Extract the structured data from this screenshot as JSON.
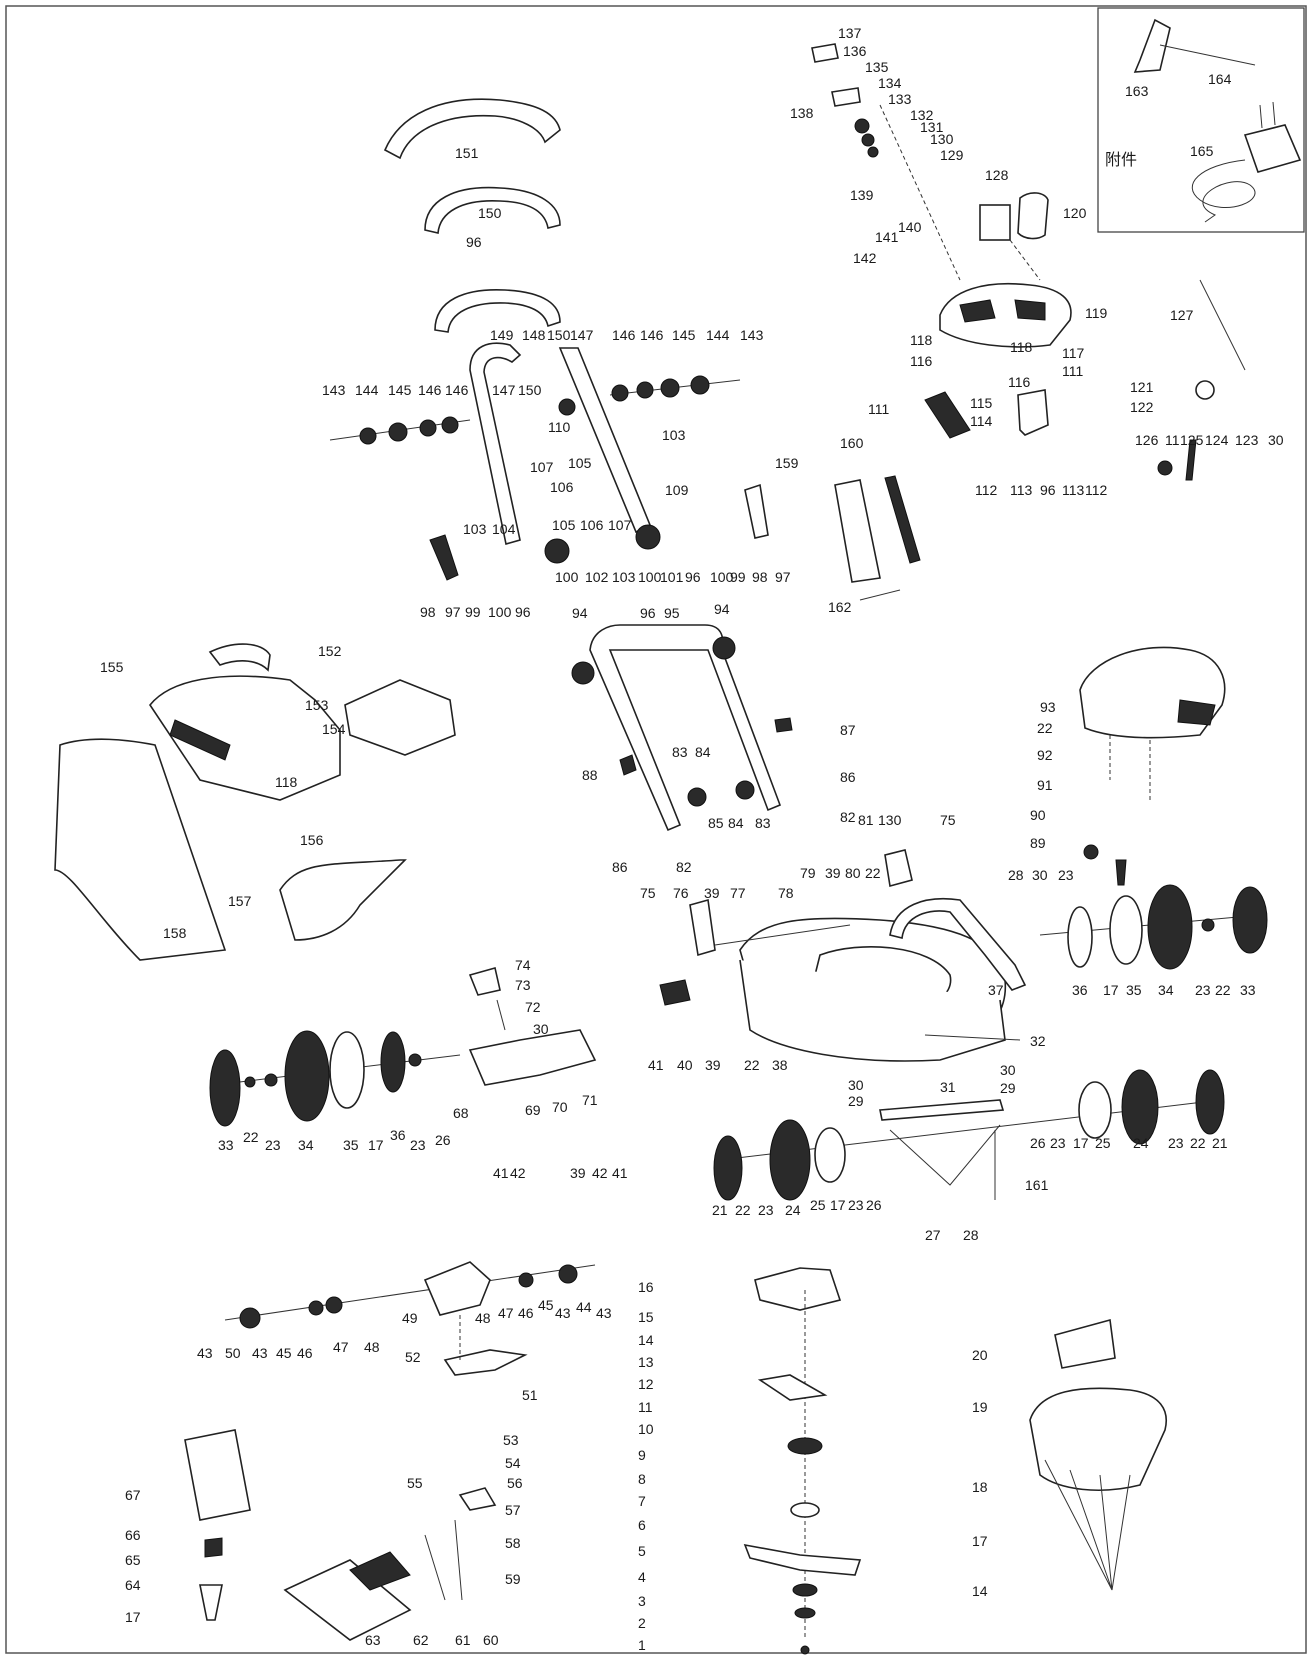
{
  "inset": {
    "accessory_label": "附件",
    "parts": [
      "163",
      "164",
      "165"
    ]
  },
  "labels": {
    "handle": [
      "151",
      "150",
      "96",
      "149",
      "148",
      "150",
      "147",
      "146",
      "146",
      "145",
      "144",
      "143",
      "143",
      "144",
      "145",
      "146",
      "146",
      "147",
      "150",
      "110",
      "103",
      "107",
      "105",
      "109",
      "106",
      "103",
      "104",
      "105",
      "106",
      "107",
      "100",
      "102",
      "103",
      "100",
      "101",
      "98",
      "97",
      "99",
      "100",
      "96",
      "96",
      "100",
      "99",
      "98",
      "97"
    ],
    "console": [
      "137",
      "136",
      "135",
      "134",
      "133",
      "132",
      "131",
      "130",
      "129",
      "138",
      "139",
      "128",
      "120",
      "140",
      "141",
      "142",
      "119",
      "118",
      "118",
      "116",
      "117",
      "111",
      "116",
      "115",
      "114",
      "111",
      "112",
      "113",
      "96",
      "113",
      "112",
      "127",
      "121",
      "122",
      "126",
      "11",
      "125",
      "124",
      "123",
      "30",
      "159",
      "160",
      "162"
    ],
    "lower_handle": [
      "94",
      "96",
      "95",
      "94",
      "87",
      "88",
      "83",
      "84",
      "86",
      "85",
      "84",
      "83",
      "82",
      "86",
      "82"
    ],
    "grass_box": [
      "155",
      "152",
      "153",
      "154",
      "118",
      "156",
      "157",
      "158"
    ],
    "motor_cover": [
      "93",
      "22",
      "92",
      "91",
      "90",
      "89"
    ],
    "deck": [
      "81",
      "130",
      "75",
      "79",
      "39",
      "80",
      "22",
      "75",
      "76",
      "39",
      "77",
      "78",
      "28",
      "30",
      "23",
      "37",
      "36",
      "17",
      "35",
      "34",
      "23",
      "22",
      "33",
      "41",
      "40",
      "39",
      "22",
      "38",
      "32"
    ],
    "left_wheel": [
      "74",
      "73",
      "72",
      "30",
      "33",
      "22",
      "23",
      "34",
      "35",
      "17",
      "36",
      "23",
      "26",
      "68",
      "69",
      "70",
      "71",
      "41",
      "42",
      "39",
      "42",
      "41"
    ],
    "rear_axle": [
      "30",
      "29",
      "31",
      "30",
      "29",
      "26",
      "23",
      "17",
      "25",
      "24",
      "23",
      "22",
      "21",
      "21",
      "22",
      "23",
      "24",
      "25",
      "17",
      "23",
      "26",
      "161",
      "27",
      "28"
    ],
    "gearbox": [
      "43",
      "50",
      "43",
      "45",
      "46",
      "47",
      "48",
      "49",
      "48",
      "47",
      "46",
      "45",
      "43",
      "44",
      "43",
      "52",
      "51"
    ],
    "blade_stack": [
      "16",
      "15",
      "14",
      "13",
      "12",
      "11",
      "10",
      "9",
      "8",
      "7",
      "6",
      "5",
      "4",
      "3",
      "2",
      "1"
    ],
    "battery": [
      "67",
      "66",
      "65",
      "64",
      "17"
    ],
    "mulch": [
      "53",
      "54",
      "55",
      "56",
      "57",
      "58",
      "59",
      "60",
      "61",
      "62",
      "63"
    ],
    "housing": [
      "20",
      "19",
      "18",
      "17",
      "14"
    ]
  }
}
